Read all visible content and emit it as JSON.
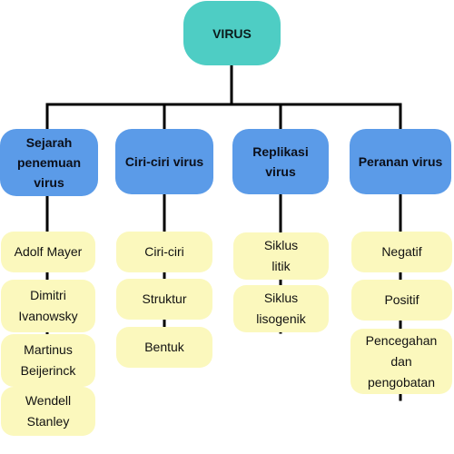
{
  "root": {
    "label": "VIRUS"
  },
  "categories": [
    {
      "label": "Sejarah penemuan virus",
      "items": [
        "Adolf Mayer",
        "Dimitri Ivanowsky",
        "Martinus Beijerinck",
        "Wendell Stanley"
      ]
    },
    {
      "label": "Ciri-ciri virus",
      "items": [
        "Ciri-ciri",
        "Struktur",
        "Bentuk"
      ]
    },
    {
      "label": "Replikasi virus",
      "items": [
        "Siklus litik",
        "Siklus lisogenik"
      ]
    },
    {
      "label": "Peranan virus",
      "items": [
        "Negatif",
        "Positif",
        "Pencegahan dan pengobatan"
      ]
    }
  ],
  "colors": {
    "root": "#4ecdc4",
    "category": "#5b9be8",
    "leaf": "#fbf8bd",
    "line": "#000000"
  }
}
